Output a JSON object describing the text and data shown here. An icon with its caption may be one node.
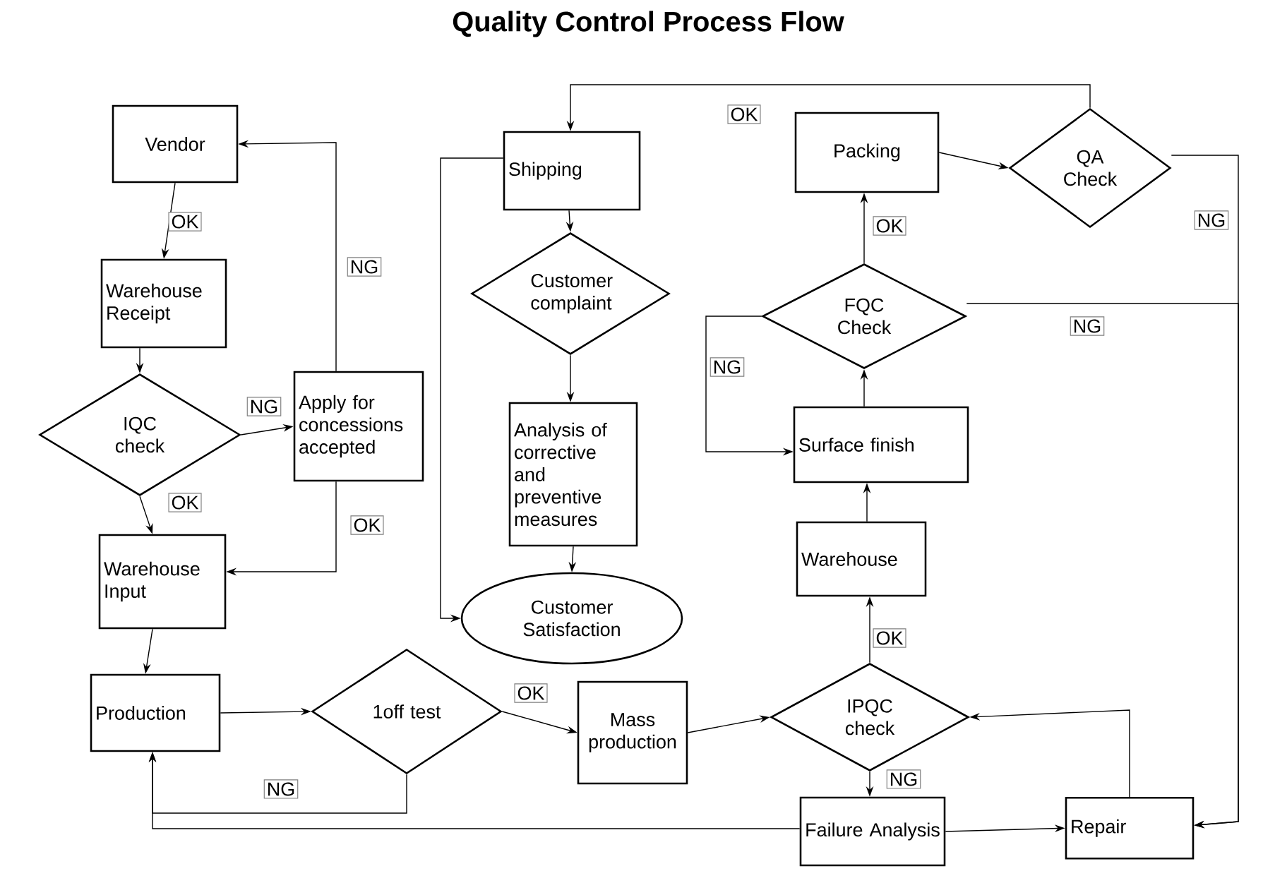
{
  "diagram": {
    "title": "Quality Control Process Flow",
    "nodes": [
      {
        "text": [
          "Vendor"
        ]
      },
      {
        "text": [
          "Warehouse Receipt"
        ]
      },
      {
        "text": [
          "IQC check"
        ]
      },
      {
        "text": [
          "Apply for concessions accepted"
        ]
      },
      {
        "text": [
          "Warehouse Input"
        ]
      },
      {
        "text": [
          "Production"
        ]
      },
      {
        "text": [
          "1off test"
        ]
      },
      {
        "text": [
          "Mass production"
        ]
      },
      {
        "text": [
          "Shipping"
        ]
      },
      {
        "text": [
          "Customer complaint"
        ]
      },
      {
        "text": [
          "Analysis of corrective and preventive measures"
        ]
      },
      {
        "text": [
          "Customer Satisfaction"
        ]
      },
      {
        "text": [
          "Packing"
        ]
      },
      {
        "text": [
          "QA Check"
        ]
      },
      {
        "text": [
          "FQC Check"
        ]
      },
      {
        "text": [
          "Surface finish"
        ]
      },
      {
        "text": [
          "Warehouse"
        ]
      },
      {
        "text": [
          "IPQC check"
        ]
      },
      {
        "text": [
          "Failure Analysis"
        ]
      },
      {
        "text": [
          "Repair"
        ]
      }
    ],
    "edges": [
      {
        "from": 0,
        "to": 1,
        "arrow": "to",
        "label": "OK"
      },
      {
        "from": 1,
        "to": 2,
        "arrow": "to"
      },
      {
        "from": 2,
        "to": 3,
        "arrow": "to",
        "label": "NG"
      },
      {
        "from": 3,
        "to": 0,
        "arrow": "to",
        "label": "NG"
      },
      {
        "from": 2,
        "to": 4,
        "arrow": "to",
        "label": "OK"
      },
      {
        "from": 3,
        "to": 4,
        "arrow": "to",
        "label": "OK"
      },
      {
        "from": 4,
        "to": 5,
        "arrow": "to"
      },
      {
        "from": 5,
        "to": 6,
        "arrow": "to"
      },
      {
        "from": 6,
        "to": 7,
        "arrow": "to",
        "label": "OK"
      },
      {
        "from": 6,
        "to": 5,
        "arrow": "to",
        "label": "NG"
      },
      {
        "from": 18,
        "to": 5,
        "arrow": "to"
      },
      {
        "from": 7,
        "to": 17,
        "arrow": "to"
      },
      {
        "from": 17,
        "to": 16,
        "arrow": "to",
        "label": "OK"
      },
      {
        "from": 17,
        "to": 18,
        "arrow": "to",
        "label": "NG"
      },
      {
        "from": 18,
        "to": 19,
        "arrow": "to"
      },
      {
        "from": 19,
        "to": 17,
        "arrow": "to"
      },
      {
        "from": 16,
        "to": 15,
        "arrow": "to"
      },
      {
        "from": 15,
        "to": 14,
        "arrow": "to"
      },
      {
        "from": 14,
        "to": 12,
        "arrow": "to",
        "label": "OK"
      },
      {
        "from": 14,
        "to": 15,
        "arrow": "to",
        "label": "NG"
      },
      {
        "from": 14,
        "to": 19,
        "arrow": "to",
        "label": "NG"
      },
      {
        "from": 12,
        "to": 13,
        "arrow": "to"
      },
      {
        "from": 13,
        "to": 19,
        "arrow": "to",
        "label": "NG"
      },
      {
        "from": 13,
        "to": 8,
        "arrow": "to",
        "label": "OK"
      },
      {
        "from": 8,
        "to": 9,
        "arrow": "to"
      },
      {
        "from": 9,
        "to": 10,
        "arrow": "to"
      },
      {
        "from": 10,
        "to": 11,
        "arrow": "to"
      },
      {
        "from": 8,
        "to": 11,
        "arrow": "to"
      }
    ]
  }
}
